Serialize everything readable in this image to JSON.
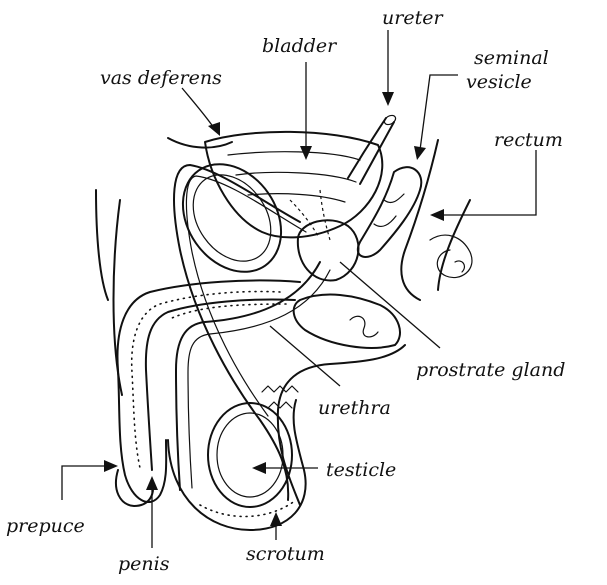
{
  "labels": {
    "bladder": "bladder",
    "ureter": "ureter",
    "vas_deferens": "vas deferens",
    "seminal_vesicle_line1": "seminal",
    "seminal_vesicle_line2": "vesicle",
    "rectum": "rectum",
    "prostrate_gland": "prostrate gland",
    "urethra": "urethra",
    "testicle": "testicle",
    "prepuce": "prepuce",
    "penis": "penis",
    "scrotum": "scrotum"
  }
}
